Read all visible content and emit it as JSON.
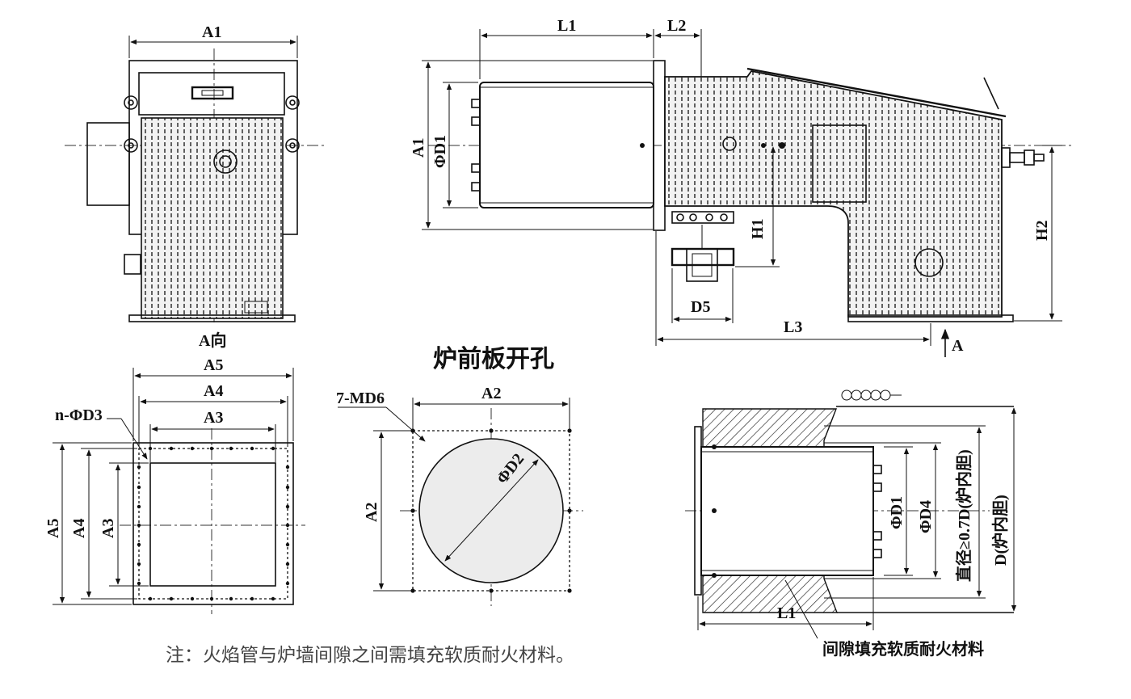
{
  "labels": {
    "a1_top": "A1",
    "a_direction": "A向",
    "l1_top": "L1",
    "l2_top": "L2",
    "a1_side": "A1",
    "d1_side": "ΦD1",
    "h1": "H1",
    "h2": "H2",
    "d5": "D5",
    "l3": "L3",
    "a_arrow": "A",
    "a5_top": "A5",
    "a4_top": "A4",
    "a3_top": "A3",
    "n_d3": "n-ΦD3",
    "a5_left": "A5",
    "a4_left": "A4",
    "a3_left": "A3",
    "front_panel_title": "炉前板开孔",
    "md6": "7-MD6",
    "a2_top": "A2",
    "a2_left": "A2",
    "d2": "ΦD2",
    "d1_install": "ΦD1",
    "d4_install": "ΦD4",
    "diameter_rule": "直径≥0.7D(炉内胆)",
    "d_inner": "D(炉内胆)",
    "l1_bottom": "L1",
    "gap_fill": "间隙填充软质耐火材料",
    "note": "注：火焰管与炉墙间隙之间需填充软质耐火材料。"
  },
  "colors": {
    "line": "#111111",
    "body_fill": "#e9e9e9",
    "note_text": "#444444"
  }
}
